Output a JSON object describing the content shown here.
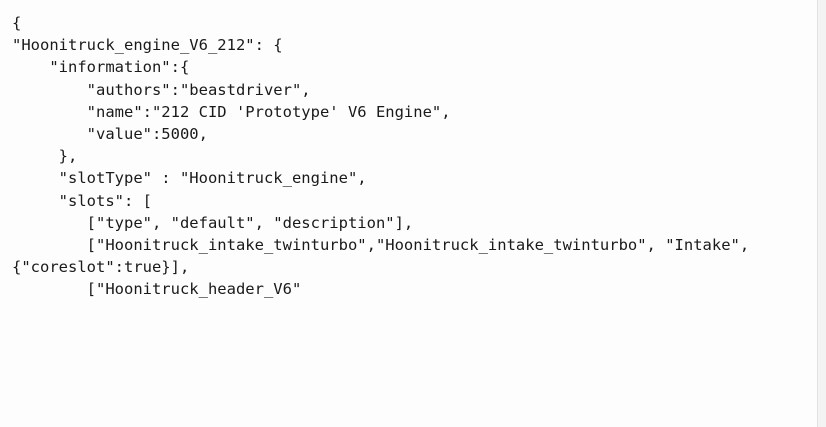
{
  "document": {
    "lines": [
      "{",
      "\"Hoonitruck_engine_V6_212\": {",
      "    \"information\":{",
      "        \"authors\":\"beastdriver\",",
      "        \"name\":\"212 CID 'Prototype' V6 Engine\",",
      "        \"value\":5000,",
      "     },",
      "     \"slotType\" : \"Hoonitruck_engine\",",
      "     \"slots\": [",
      "        [\"type\", \"default\", \"description\"],",
      "        [\"Hoonitruck_intake_twinturbo\",\"Hoonitruck_intake_twinturbo\", \"Intake\",",
      "{\"coreslot\":true}],",
      "        [\"Hoonitruck_header_V6\""
    ]
  }
}
